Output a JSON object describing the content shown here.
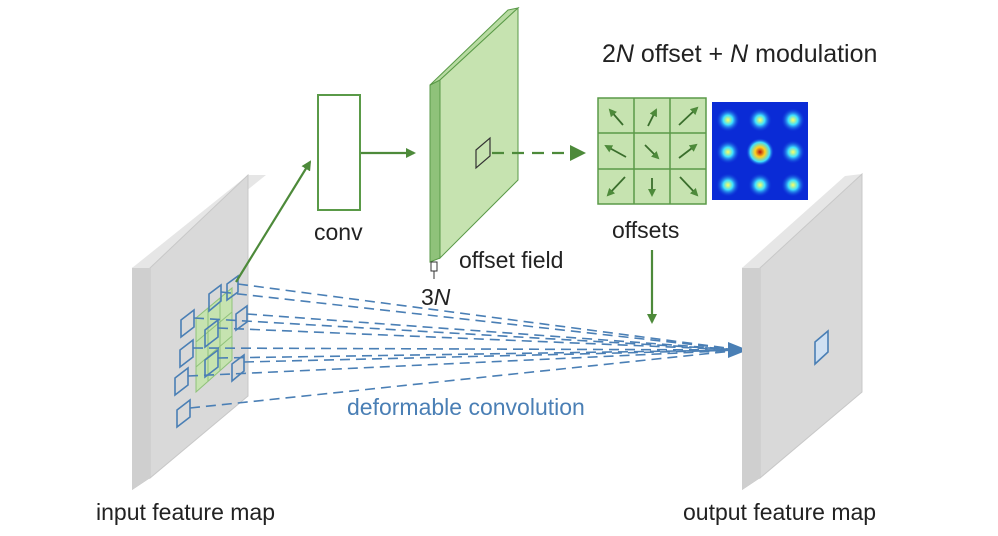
{
  "labels": {
    "modulation_title_prefix": "2",
    "modulation_title_n1": "N",
    "modulation_title_mid": " offset + ",
    "modulation_title_n2": "N",
    "modulation_title_suffix": " modulation",
    "conv": "conv",
    "offset_field": "offset field",
    "channels_prefix": "3",
    "channels_n": "N",
    "offsets": "offsets",
    "deformable_convolution": "deformable convolution",
    "input_feature_map": "input feature map",
    "output_feature_map": "output feature map"
  },
  "offset_grid": {
    "arrows": [
      "arrow-up-left",
      "arrow-up-right",
      "arrow-up-right",
      "arrow-left",
      "arrow-down-right",
      "arrow-up-right",
      "arrow-down-left",
      "arrow-down",
      "arrow-down-right"
    ]
  },
  "colors": {
    "green_fill": "#c6e3b0",
    "green_stroke": "#5a9a48",
    "arrow_green": "#4d8a3a",
    "gray_face": "#d9d9d9",
    "gray_side": "#bdbdbd",
    "blue_line": "#4a7fb5",
    "heatmap_bg": "#0a2bd6"
  }
}
